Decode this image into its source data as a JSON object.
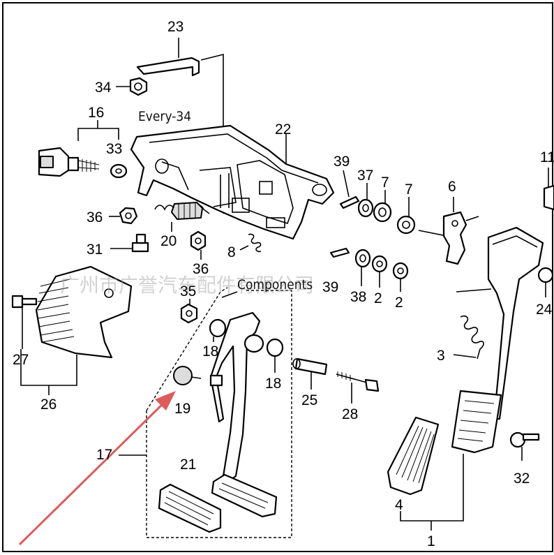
{
  "diagram": {
    "labels": {
      "every": "Every-34",
      "components": "Components",
      "watermark": "广州市广誉汽车配件有限公司"
    },
    "parts": {
      "p1": "1",
      "p2a": "2",
      "p2b": "2",
      "p3": "3",
      "p4": "4",
      "p6": "6",
      "p7a": "7",
      "p7b": "7",
      "p8": "8",
      "p11": "11",
      "p16": "16",
      "p17": "17",
      "p18a": "18",
      "p18b": "18",
      "p19": "19",
      "p20": "20",
      "p21": "21",
      "p22": "22",
      "p23": "23",
      "p24": "24",
      "p25": "25",
      "p26": "26",
      "p27": "27",
      "p28": "28",
      "p31": "31",
      "p32": "32",
      "p33": "33",
      "p34": "34",
      "p35": "35",
      "p36a": "36",
      "p36b": "36",
      "p37": "37",
      "p38": "38",
      "p39a": "39",
      "p39b": "39"
    },
    "arrow_color": "#e05a5a"
  }
}
